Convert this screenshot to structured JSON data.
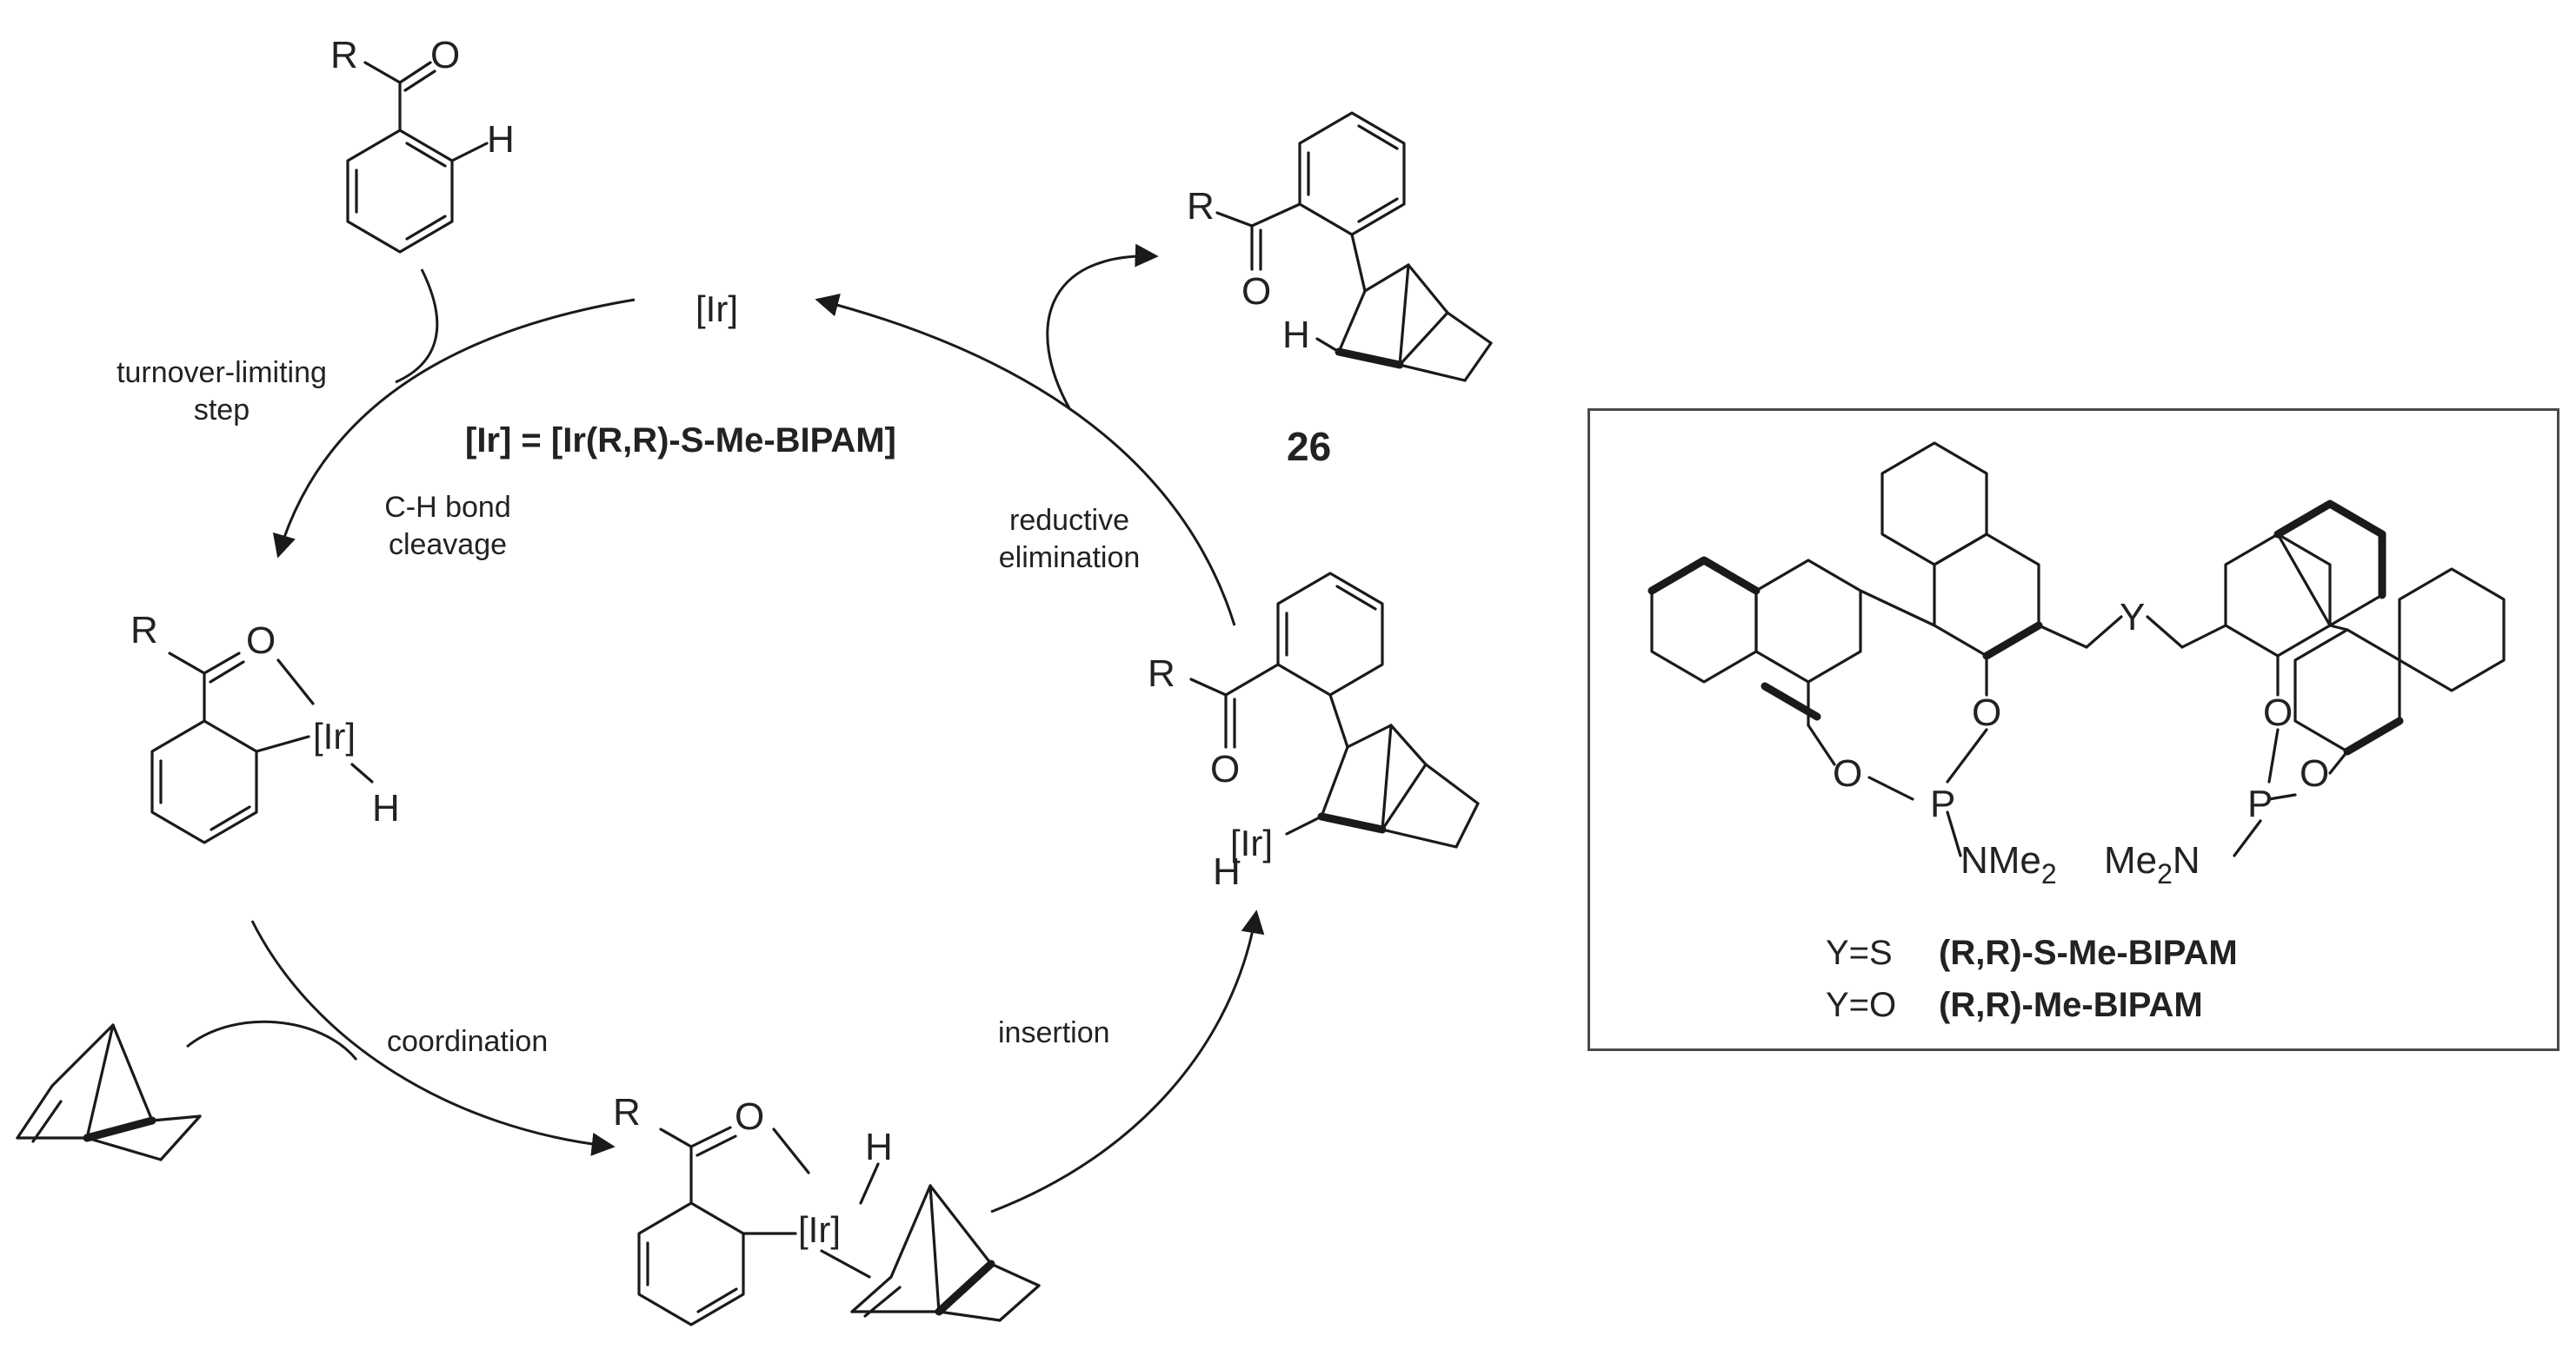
{
  "mechanism": {
    "catalyst_node": "[Ir]",
    "catalyst_definition": "[Ir] = [Ir(R,R)-S-Me-BIPAM]",
    "turnover_label_line1": "turnover-limiting",
    "turnover_label_line2": "step",
    "ch_cleavage_line1": "C-H bond",
    "ch_cleavage_line2": "cleavage",
    "reductive_line1": "reductive",
    "reductive_line2": "elimination",
    "coordination": "coordination",
    "insertion": "insertion",
    "product_number": "26"
  },
  "atoms": {
    "R": "R",
    "O": "O",
    "H": "H",
    "Ir": "[Ir]"
  },
  "ligand": {
    "Y": "Y",
    "O": "O",
    "P": "P",
    "nme2_left": "NMe",
    "nme2_left_sub": "2",
    "me2n_right": "Me",
    "me2n_right_sub": "2",
    "me2n_right_n": "N",
    "caption_y_s": "Y=S",
    "caption_name_s": "(R,R)-S-Me-BIPAM",
    "caption_y_o": "Y=O",
    "caption_name_o": "(R,R)-Me-BIPAM"
  }
}
